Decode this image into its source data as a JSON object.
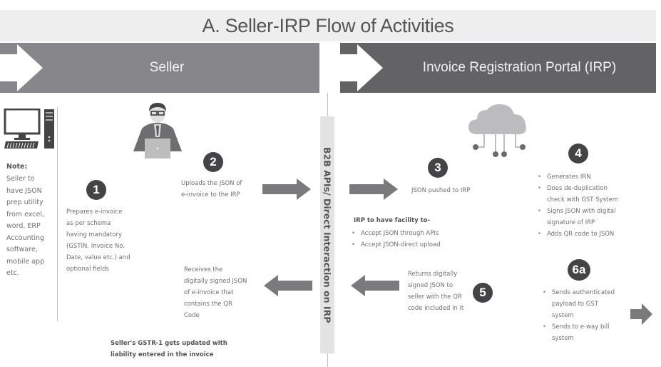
{
  "title": "A. Seller-IRP Flow of Activities",
  "lanes": {
    "seller": {
      "label": "Seller"
    },
    "irp": {
      "label": "Invoice Registration Portal (IRP)"
    }
  },
  "center_band": {
    "label": "B2B APIs/ Direct Interaction on IRP"
  },
  "note": {
    "title": "Note:",
    "lines": [
      "Seller to",
      "have JSON",
      "prep utility",
      "from excel,",
      "word, ERP",
      "Accounting",
      "software,",
      "mobile app",
      "etc."
    ]
  },
  "steps": {
    "s1": {
      "badge": "1",
      "lines": [
        "Prepares e-invoice",
        "as per schema",
        "having mandatory",
        "(GSTIN. Invoice No.",
        "Date, value etc.) and",
        "optional fields"
      ]
    },
    "s2": {
      "badge": "2",
      "lines": [
        "Uploads the JSON of",
        "e-invoice to the IRP"
      ]
    },
    "s3": {
      "badge": "3",
      "text": "JSON pushed to IRP",
      "facility_title": "IRP to have facility to-",
      "facility_items": [
        "Accept JSON through APIs",
        "Accept JSON-direct upload"
      ]
    },
    "s4": {
      "badge": "4",
      "items": [
        {
          "lines": [
            "Generates IRN"
          ]
        },
        {
          "lines": [
            "Does de-duplication",
            "check with GST System"
          ]
        },
        {
          "lines": [
            "Signs JSON with digital",
            "signature of IRP"
          ]
        },
        {
          "lines": [
            "Adds QR code to JSON"
          ]
        }
      ]
    },
    "s5": {
      "badge": "5",
      "lines": [
        "Returns digitally",
        "signed JSON to",
        "seller with the QR",
        "code included in it"
      ]
    },
    "s6a": {
      "badge": "6a",
      "items": [
        {
          "lines": [
            "Sends authenticated",
            "payload to GST",
            "system"
          ]
        },
        {
          "lines": [
            "Sends to e-way bill",
            "system"
          ]
        }
      ]
    },
    "receive": {
      "lines": [
        "Receives the",
        "digitally signed JSON",
        "of e-invoice that",
        "contains the QR",
        "Code"
      ]
    },
    "gstr": {
      "lines": [
        "Seller's GSTR-1 gets updated with",
        "liability entered in the invoice"
      ]
    }
  },
  "icons": {
    "computer": "desktop-computer-icon",
    "person": "person-with-laptop-icon",
    "cloud": "cloud-network-icon"
  },
  "colors": {
    "seller_lane": "#87878b",
    "irp_lane": "#636366",
    "title_bg": "#eeeeee",
    "badge": "#444446",
    "arrow": "#7a7a7c",
    "center_band": "#e3e3e3"
  }
}
